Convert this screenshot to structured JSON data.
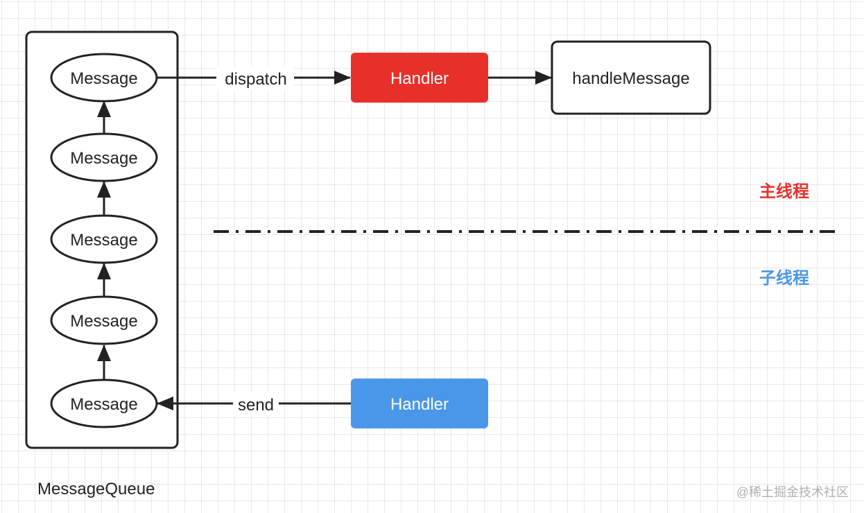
{
  "diagram": {
    "queue": {
      "caption": "MessageQueue",
      "messages": [
        "Message",
        "Message",
        "Message",
        "Message",
        "Message"
      ]
    },
    "edges": {
      "dispatch_label": "dispatch",
      "send_label": "send"
    },
    "main_handler": {
      "label": "Handler",
      "color": "#e8302a"
    },
    "handle_message": {
      "label": "handleMessage"
    },
    "sub_handler": {
      "label": "Handler",
      "color": "#4a96e8"
    },
    "threads": {
      "main": {
        "label": "主线程",
        "color": "#e8302a"
      },
      "sub": {
        "label": "子线程",
        "color": "#4a96e8"
      }
    },
    "watermark": "@稀土掘金技术社区"
  }
}
